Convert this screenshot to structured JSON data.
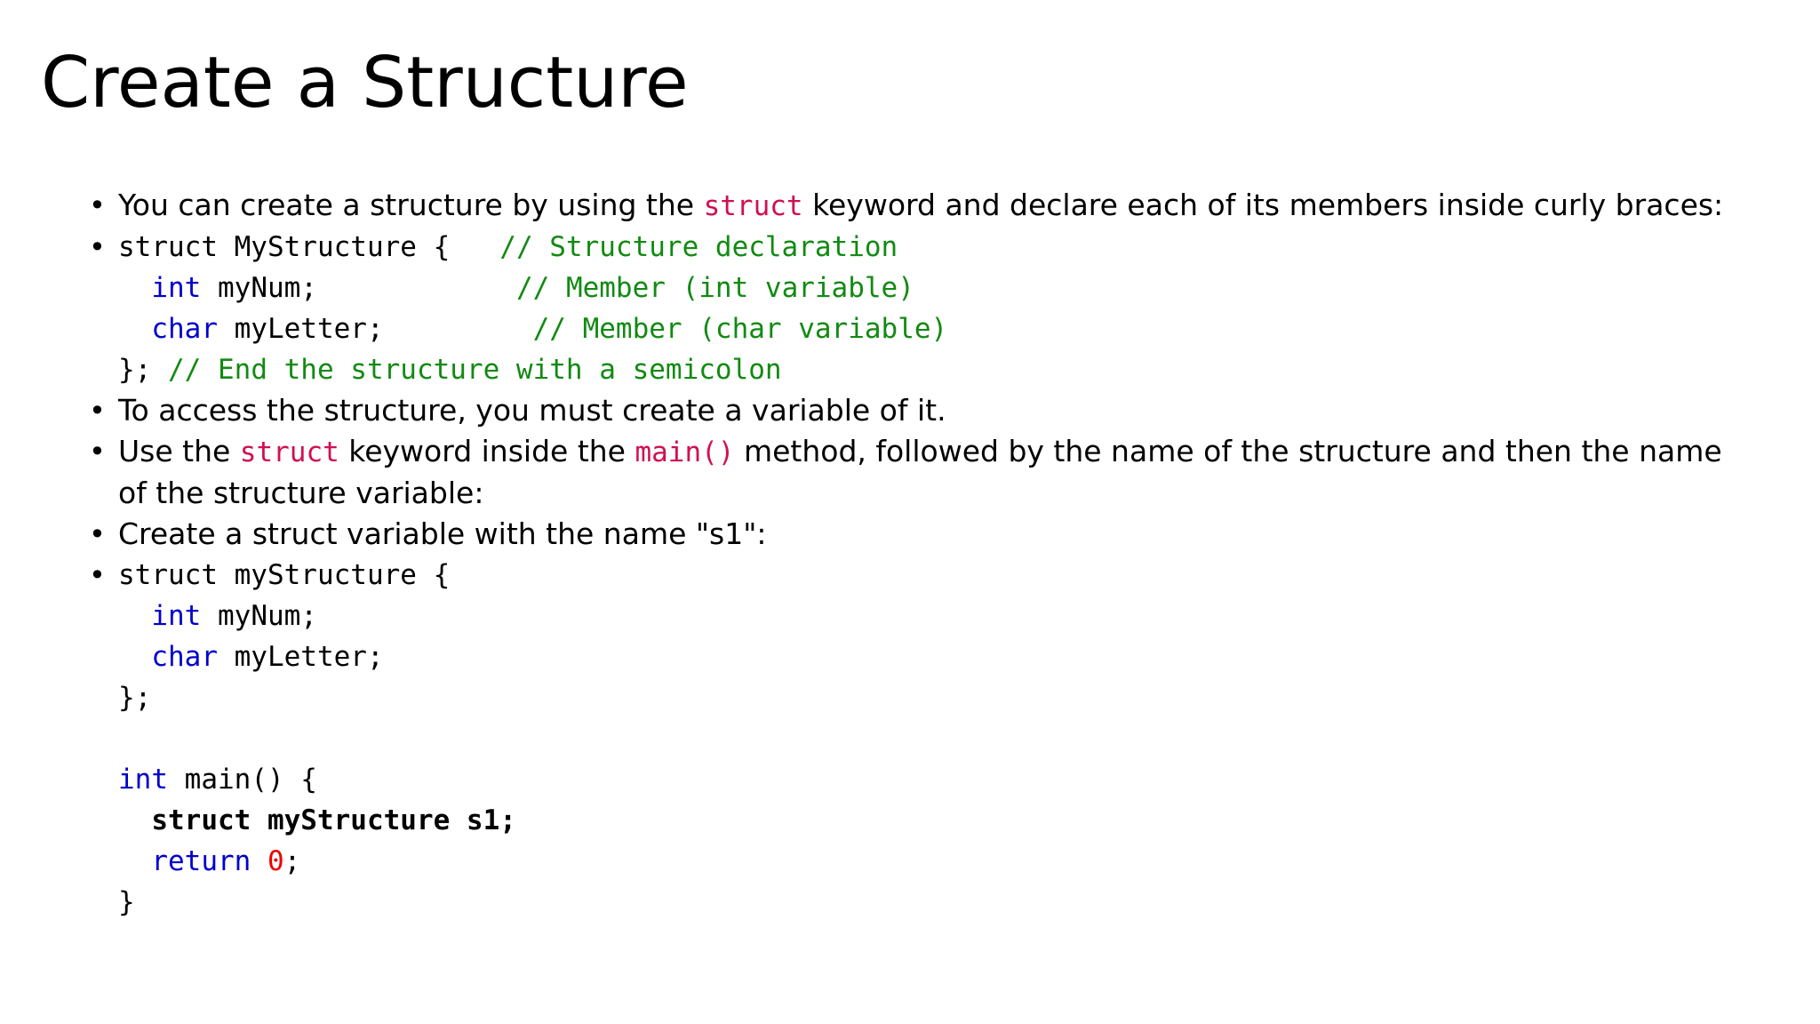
{
  "slide": {
    "title": "Create a Structure",
    "bullet_glyph": "•",
    "colors": {
      "text": "#000000",
      "background": "#ffffff",
      "keyword_blue": "#0000cc",
      "comment_green": "#128a12",
      "inline_code_crimson": "#d01050",
      "number_red": "#ee0000"
    }
  },
  "content": {
    "b1": {
      "p1": "You can create a structure by using the ",
      "code1": "struct",
      "p2": " keyword and declare each of its members inside curly braces:"
    },
    "b2": {
      "l1_plain": "struct MyStructure {",
      "l1_gap": "   ",
      "l1_comment": "// Structure declaration",
      "l2_kw": "int",
      "l2_plain": " myNum;",
      "l2_gap": "            ",
      "l2_comment": "// Member (int variable)",
      "l3_kw": "char",
      "l3_plain": " myLetter;",
      "l3_gap": "         ",
      "l3_comment": "// Member (char variable)",
      "l4_plain": "};",
      "l4_gap": " ",
      "l4_comment": "// End the structure with a semicolon"
    },
    "b3": {
      "text": "To access the structure, you must create a variable of it."
    },
    "b4": {
      "p1": "Use the ",
      "code1": "struct",
      "p2": " keyword inside the ",
      "code2": "main()",
      "p3": " method, followed by the name of the structure and then the name of the structure variable:"
    },
    "b5": {
      "text": "Create a struct variable with the name \"s1\":"
    },
    "b6": {
      "l1": "struct myStructure {",
      "l2_kw": "int",
      "l2_plain": " myNum;",
      "l3_kw": "char",
      "l3_plain": " myLetter;",
      "l4": "};",
      "l5": "",
      "l6_kw": "int",
      "l6_plain": " main() {",
      "l7_bold": "  struct myStructure s1;",
      "l8_kw": "  return ",
      "l8_num": "0",
      "l8_semi": ";",
      "l9": "}"
    }
  }
}
